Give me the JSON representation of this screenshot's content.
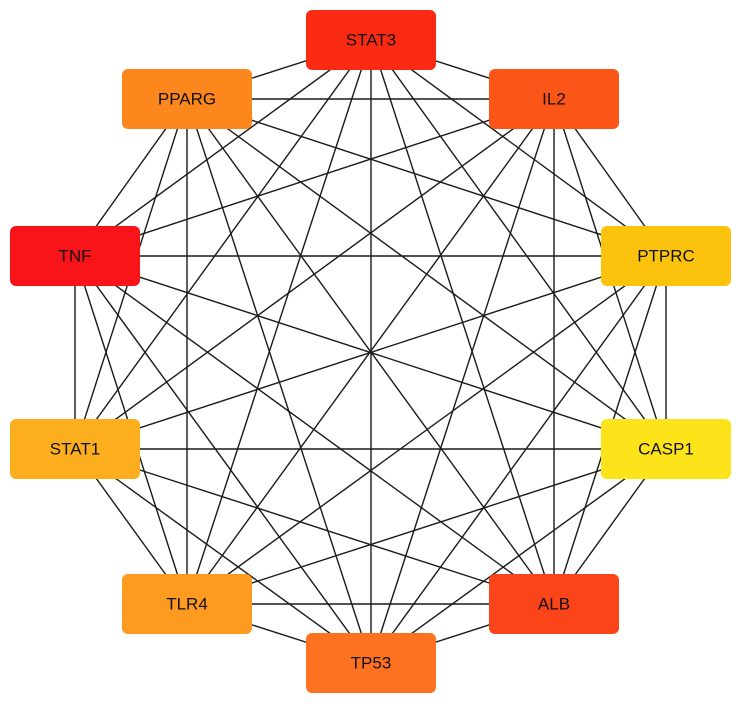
{
  "nodes": [
    {
      "id": "STAT3",
      "label": "STAT3",
      "color": "#fa2b12"
    },
    {
      "id": "IL2",
      "label": "IL2",
      "color": "#fb5518"
    },
    {
      "id": "PTPRC",
      "label": "PTPRC",
      "color": "#fcc30e"
    },
    {
      "id": "CASP1",
      "label": "CASP1",
      "color": "#fde31a"
    },
    {
      "id": "ALB",
      "label": "ALB",
      "color": "#fb4419"
    },
    {
      "id": "TP53",
      "label": "TP53",
      "color": "#fd7220"
    },
    {
      "id": "TLR4",
      "label": "TLR4",
      "color": "#fd9a1f"
    },
    {
      "id": "STAT1",
      "label": "STAT1",
      "color": "#fdae1e"
    },
    {
      "id": "TNF",
      "label": "TNF",
      "color": "#f81419"
    },
    {
      "id": "PPARG",
      "label": "PPARG",
      "color": "#fc871c"
    }
  ],
  "edges": "all-pairs"
}
